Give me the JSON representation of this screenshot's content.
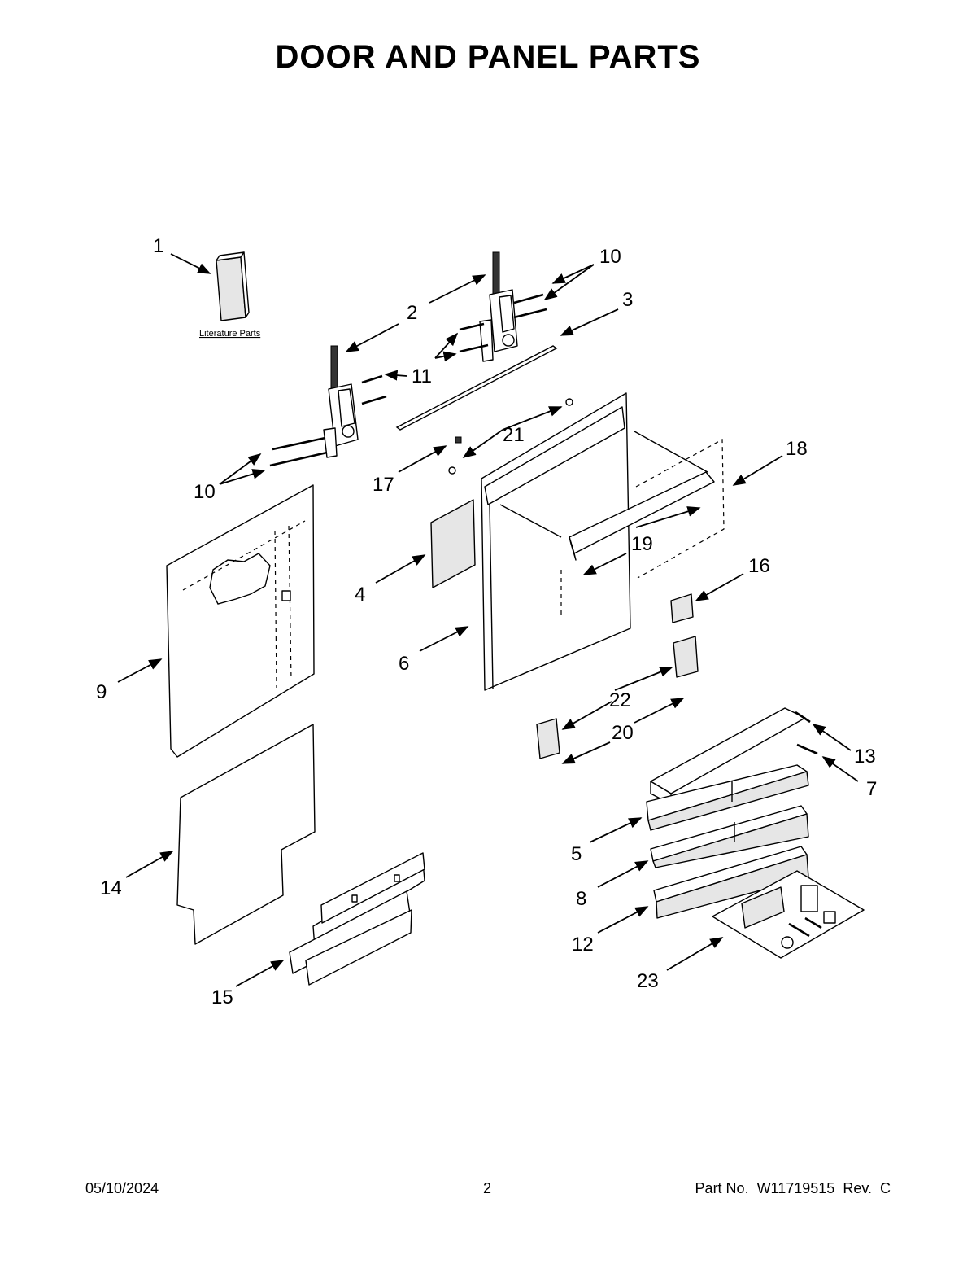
{
  "title": "DOOR AND PANEL PARTS",
  "literature_label": "Literature Parts",
  "footer": {
    "date": "05/10/2024",
    "page": "2",
    "part_number": "Part No.  W11719515  Rev.  C"
  },
  "callouts": [
    "1",
    "2",
    "3",
    "4",
    "5",
    "6",
    "7",
    "8",
    "9",
    "10",
    "10",
    "11",
    "12",
    "13",
    "14",
    "15",
    "16",
    "17",
    "18",
    "19",
    "20",
    "21",
    "22",
    "23"
  ]
}
